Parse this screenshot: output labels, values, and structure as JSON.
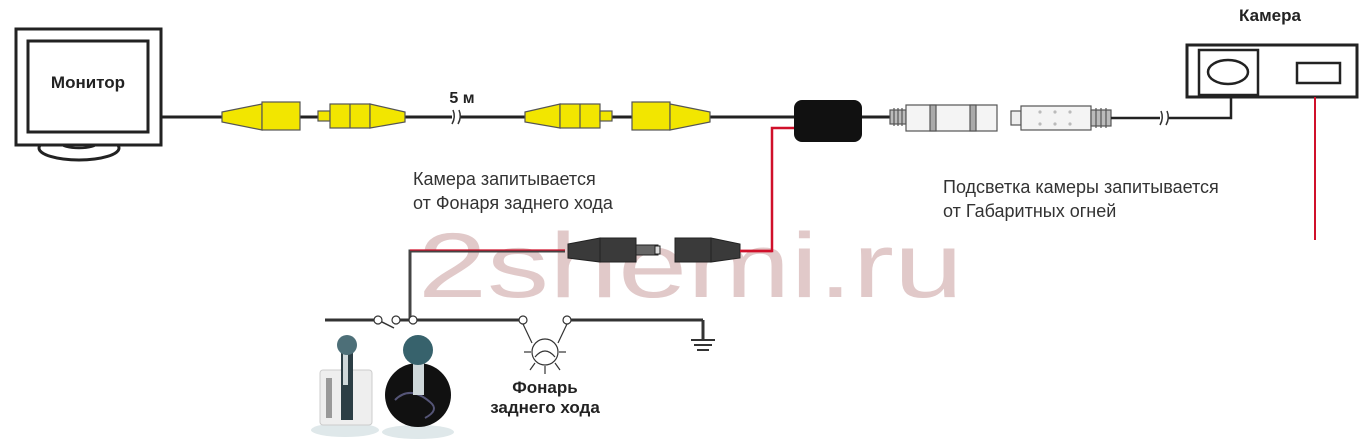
{
  "labels": {
    "monitor": "Монитор",
    "camera": "Камера",
    "cable_length": "5 м",
    "camera_power_line1": "Камера запитывается",
    "camera_power_line2": "от Фонаря заднего хода",
    "backlight_power_line1": "Подсветка камеры запитывается",
    "backlight_power_line2": "от Габаритных огней",
    "reverse_lamp_line1": "Фонарь",
    "reverse_lamp_line2": "заднего хода"
  },
  "watermark": "2shemi.ru",
  "colors": {
    "rca_yellow": "#f2e600",
    "power_red": "#d0102a",
    "watermark": "#dcc0c0"
  }
}
